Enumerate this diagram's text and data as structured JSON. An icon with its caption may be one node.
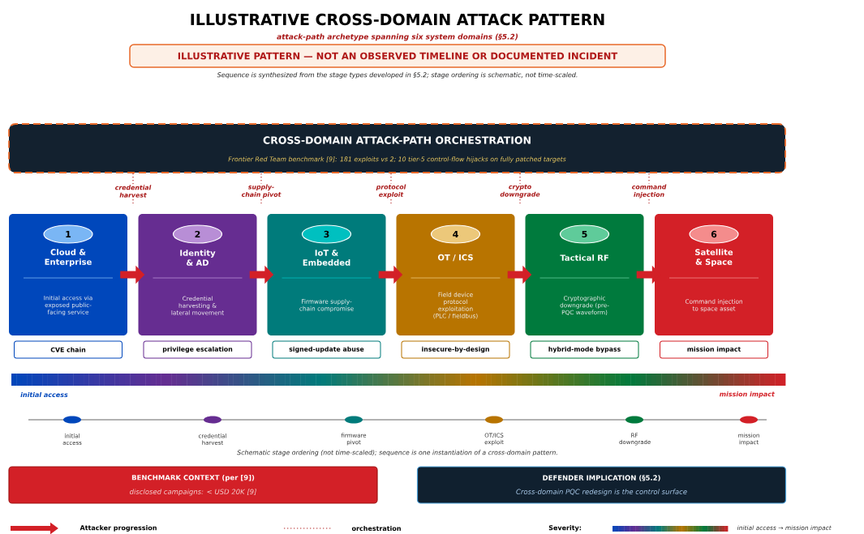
{
  "diagram": {
    "title": "ILLUSTRATIVE CROSS-DOMAIN ATTACK PATTERN",
    "nodes": [
      {
        "text": [
          "ILLUSTRATIVE PATTERN — NOT AN OBSERVED TIMELINE OR DOCUMENTED INCIDENT"
        ]
      },
      {
        "text": [
          "CROSS-DOMAIN ATTACK-PATH ORCHESTRATION",
          "Frontier Red Team benchmark [9]: 181 exploits vs 2; 10 tier-5 control-flow hijacks on fully patched targets"
        ]
      },
      {
        "text": [
          "1",
          "Cloud & Enterprise",
          "Initial access via exposed public-facing service"
        ]
      },
      {
        "text": [
          "2",
          "Identity & AD",
          "Credential harvesting & lateral movement"
        ]
      },
      {
        "text": [
          "3",
          "IoT & Embedded",
          "Firmware supply-chain compromise"
        ]
      },
      {
        "text": [
          "4",
          "OT / ICS",
          "Field device protocol exploitation (PLC / fieldbus)"
        ]
      },
      {
        "text": [
          "5",
          "Tactical RF",
          "Cryptographic downgrade (pre-PQC waveform)"
        ]
      },
      {
        "text": [
          "6",
          "Satellite & Space",
          "Command injection to space asset"
        ]
      },
      {
        "text": [
          "CVE chain"
        ]
      },
      {
        "text": [
          "privilege escalation"
        ]
      },
      {
        "text": [
          "signed-update abuse"
        ]
      },
      {
        "text": [
          "insecure-by-design"
        ]
      },
      {
        "text": [
          "hybrid-mode bypass"
        ]
      },
      {
        "text": [
          "mission impact"
        ]
      },
      {
        "text": [
          "BENCHMARK CONTEXT (per [9])",
          "disclosed campaigns: < USD 20K [9]"
        ]
      },
      {
        "text": [
          "DEFENDER IMPLICATION (§5.2)",
          "Cross-domain PQC redesign is the control surface"
        ]
      }
    ],
    "edges": [
      {
        "from": 1,
        "to": null,
        "arrow": "none",
        "label": "credential harvest",
        "style": "dashed",
        "color": "#b22222"
      },
      {
        "from": 1,
        "to": null,
        "arrow": "none",
        "label": "supply-chain pivot",
        "style": "dashed",
        "color": "#b22222"
      },
      {
        "from": 1,
        "to": null,
        "arrow": "none",
        "label": "protocol exploit",
        "style": "dashed",
        "color": "#b22222"
      },
      {
        "from": 1,
        "to": null,
        "arrow": "none",
        "label": "crypto downgrade",
        "style": "dashed",
        "color": "#b22222"
      },
      {
        "from": 1,
        "to": null,
        "arrow": "none",
        "label": "command injection",
        "style": "dashed",
        "color": "#b22222"
      },
      {
        "from": 2,
        "to": 3,
        "arrow": "to",
        "style": "thick"
      },
      {
        "from": 3,
        "to": 4,
        "arrow": "to",
        "style": "thick"
      },
      {
        "from": 4,
        "to": 5,
        "arrow": "to",
        "style": "thick"
      },
      {
        "from": 5,
        "to": 6,
        "arrow": "to",
        "style": "thick"
      },
      {
        "from": 6,
        "to": 7,
        "arrow": "to",
        "style": "thick"
      }
    ],
    "labels": [
      "attack-path archetype spanning six system domains (§5.2)",
      "Sequence is synthesized from the stage types developed in §5.2; stage ordering is schematic, not time-scaled.",
      "initial access",
      "mission impact",
      "initial access",
      "credential harvest",
      "firmware pivot",
      "OT/ICS exploit",
      "RF downgrade",
      "mission impact",
      "Schematic stage ordering (not time-scaled); sequence is one instantiation of a cross-domain pattern.",
      "Severity:"
    ],
    "legend": [
      {
        "text": "Attacker progression"
      },
      {
        "text": "orchestration"
      },
      {
        "text": "initial access → mission impact"
      }
    ]
  }
}
